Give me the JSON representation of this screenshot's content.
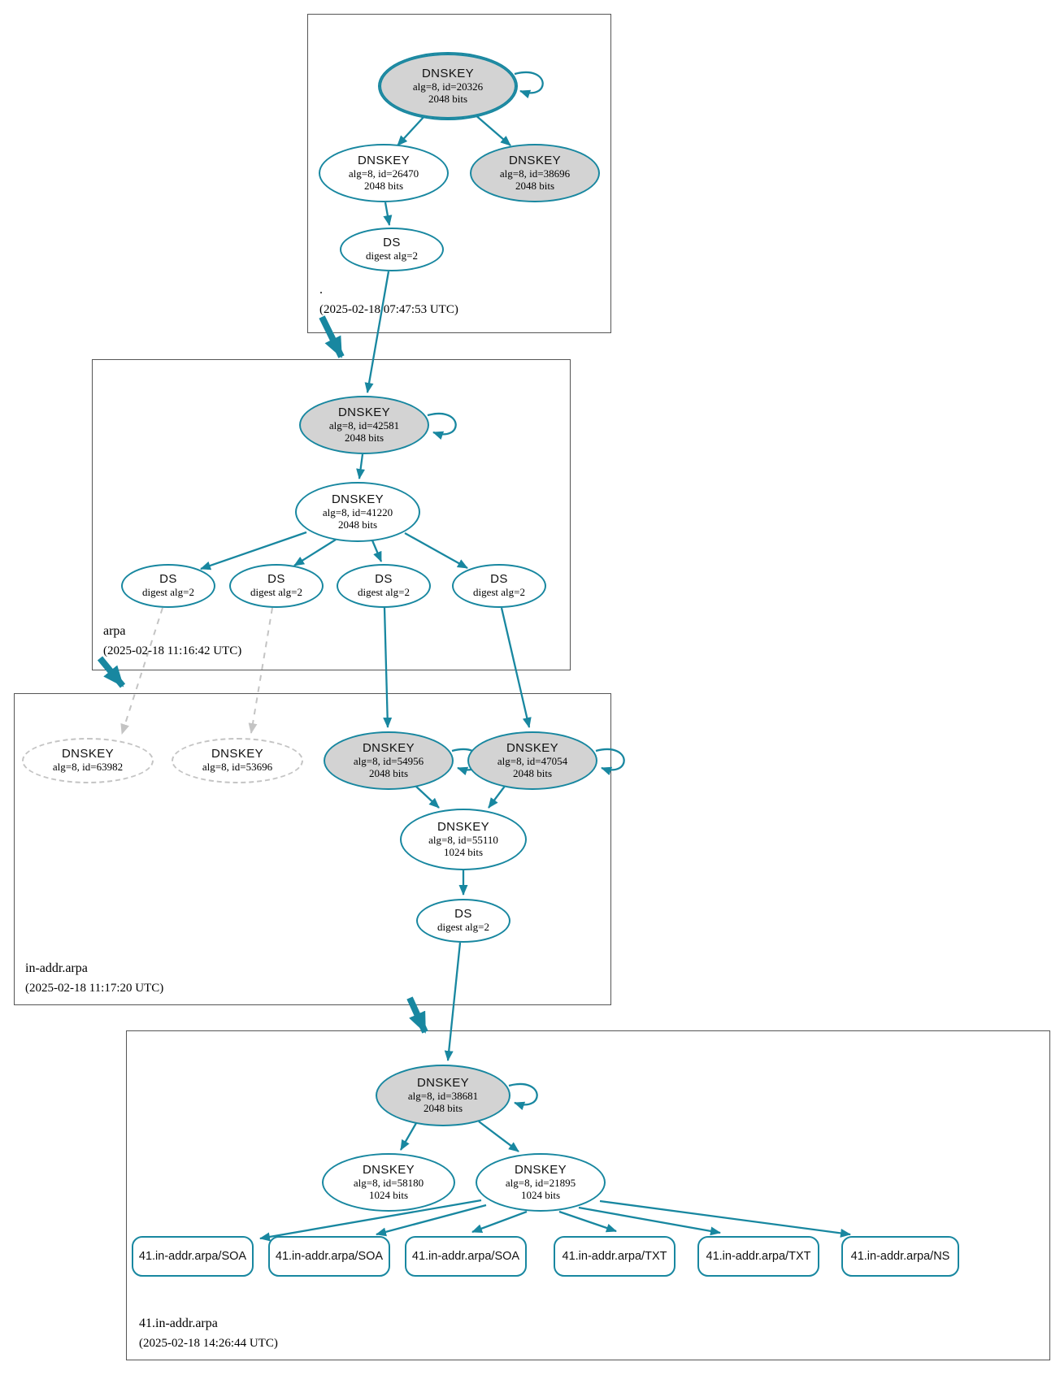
{
  "diagram": {
    "type": "dnssec-authentication-chain",
    "colors": {
      "edge_teal": "#1887a0",
      "ksk_fill": "#d3d3d3",
      "zsk_fill": "#ffffff",
      "dashed_gray": "#c4c4c4"
    }
  },
  "zones": {
    "root": {
      "name": ".",
      "timestamp": "(2025-02-18 07:47:53 UTC)"
    },
    "arpa": {
      "name": "arpa",
      "timestamp": "(2025-02-18 11:16:42 UTC)"
    },
    "inaddr": {
      "name": "in-addr.arpa",
      "timestamp": "(2025-02-18 11:17:20 UTC)"
    },
    "net41": {
      "name": "41.in-addr.arpa",
      "timestamp": "(2025-02-18 14:26:44 UTC)"
    }
  },
  "nodes": {
    "k20326": {
      "type": "DNSKEY",
      "alg": "alg=8, id=20326",
      "bits": "2048 bits"
    },
    "k26470": {
      "type": "DNSKEY",
      "alg": "alg=8, id=26470",
      "bits": "2048 bits"
    },
    "k38696": {
      "type": "DNSKEY",
      "alg": "alg=8, id=38696",
      "bits": "2048 bits"
    },
    "ds_root": {
      "type": "DS",
      "alg": "digest alg=2"
    },
    "k42581": {
      "type": "DNSKEY",
      "alg": "alg=8, id=42581",
      "bits": "2048 bits"
    },
    "k41220": {
      "type": "DNSKEY",
      "alg": "alg=8, id=41220",
      "bits": "2048 bits"
    },
    "ds_arpa1": {
      "type": "DS",
      "alg": "digest alg=2"
    },
    "ds_arpa2": {
      "type": "DS",
      "alg": "digest alg=2"
    },
    "ds_arpa3": {
      "type": "DS",
      "alg": "digest alg=2"
    },
    "ds_arpa4": {
      "type": "DS",
      "alg": "digest alg=2"
    },
    "k63982": {
      "type": "DNSKEY",
      "alg": "alg=8, id=63982"
    },
    "k53696": {
      "type": "DNSKEY",
      "alg": "alg=8, id=53696"
    },
    "k54956": {
      "type": "DNSKEY",
      "alg": "alg=8, id=54956",
      "bits": "2048 bits"
    },
    "k47054": {
      "type": "DNSKEY",
      "alg": "alg=8, id=47054",
      "bits": "2048 bits"
    },
    "k55110": {
      "type": "DNSKEY",
      "alg": "alg=8, id=55110",
      "bits": "1024 bits"
    },
    "ds_inaddr": {
      "type": "DS",
      "alg": "digest alg=2"
    },
    "k38681": {
      "type": "DNSKEY",
      "alg": "alg=8, id=38681",
      "bits": "2048 bits"
    },
    "k58180": {
      "type": "DNSKEY",
      "alg": "alg=8, id=58180",
      "bits": "1024 bits"
    },
    "k21895": {
      "type": "DNSKEY",
      "alg": "alg=8, id=21895",
      "bits": "1024 bits"
    }
  },
  "records": {
    "soa1": "41.in-addr.arpa/SOA",
    "soa2": "41.in-addr.arpa/SOA",
    "soa3": "41.in-addr.arpa/SOA",
    "txt1": "41.in-addr.arpa/TXT",
    "txt2": "41.in-addr.arpa/TXT",
    "ns1": "41.in-addr.arpa/NS"
  }
}
